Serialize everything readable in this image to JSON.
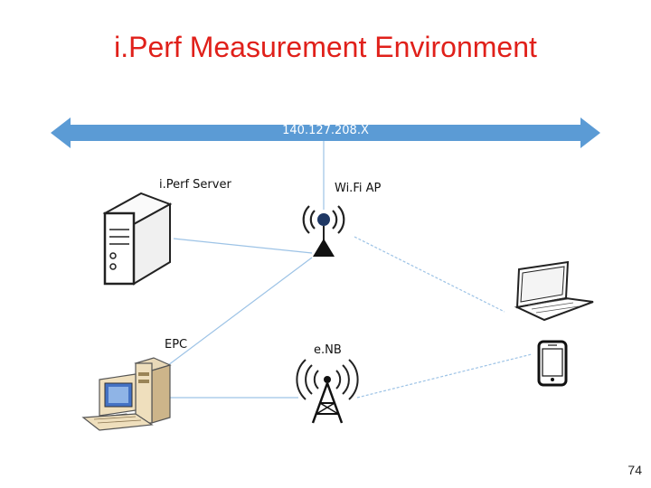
{
  "title": "i.Perf Measurement Environment",
  "network": {
    "label": "140.127.208.X"
  },
  "nodes": {
    "iperf_server": {
      "label": "i.Perf Server",
      "icon": "server-tower-icon"
    },
    "wifi_ap": {
      "label": "Wi.Fi AP",
      "icon": "wifi-access-point-icon"
    },
    "epc": {
      "label": "EPC",
      "icon": "desktop-computer-icon"
    },
    "enb": {
      "label": "e.NB",
      "icon": "cell-tower-icon"
    },
    "laptop": {
      "icon": "laptop-icon"
    },
    "phone": {
      "icon": "smartphone-icon"
    }
  },
  "colors": {
    "title": "#e0201a",
    "network_bar": "#5b9bd5",
    "links": "#9dc3e6"
  },
  "page_number": "74"
}
